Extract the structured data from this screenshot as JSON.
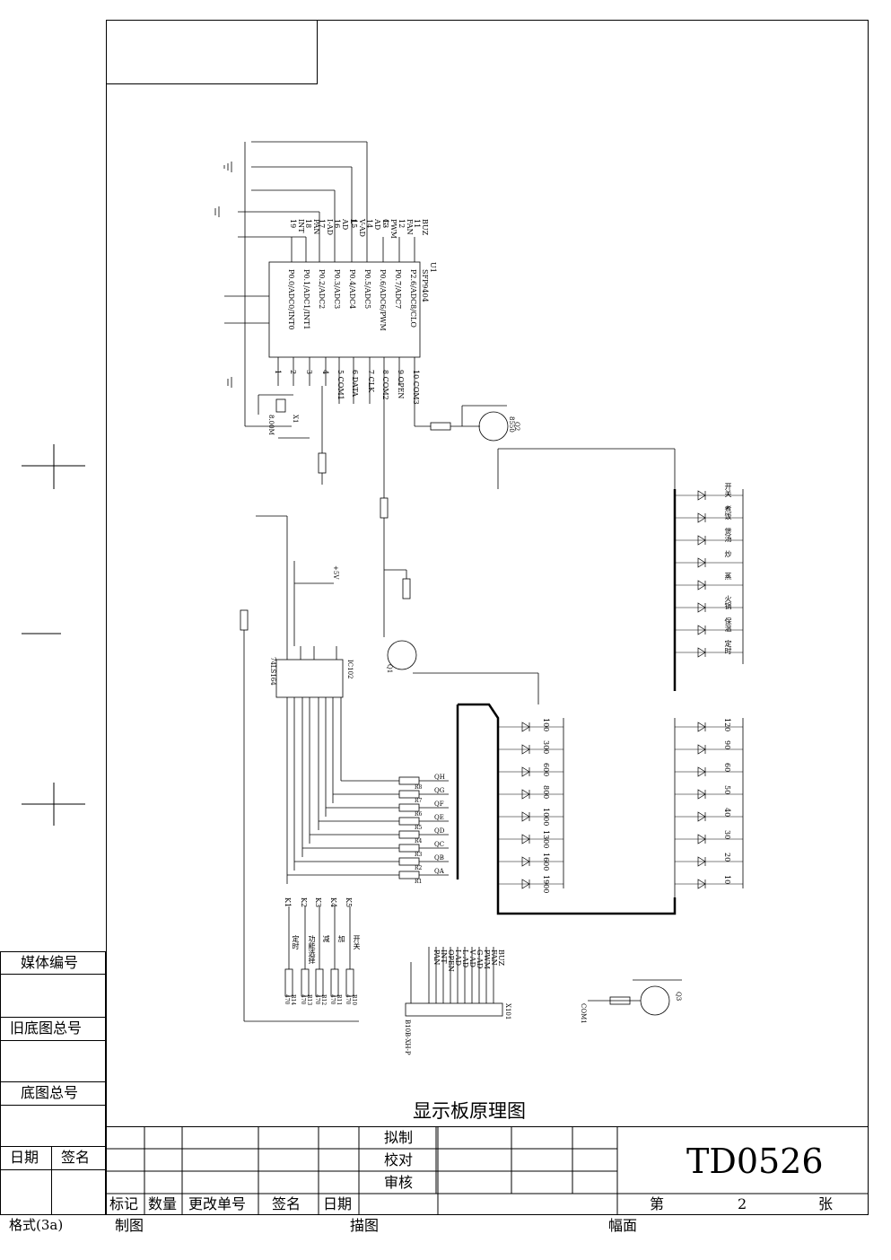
{
  "drawing_title": "显示板原理图",
  "drawing_number": "TD0526",
  "sheet": {
    "prefix": "第",
    "number": "2",
    "suffix": "张"
  },
  "left_panel": {
    "media_no": "媒体编号",
    "old_base_total": "旧底图总号",
    "base_total": "底图总号",
    "date": "日期",
    "sign": "签名",
    "format": "格式(3a)"
  },
  "title_block": {
    "drafted": "拟制",
    "checked": "校对",
    "reviewed": "审核",
    "mark": "标记",
    "qty": "数量",
    "change_no": "更改单号",
    "signature": "签名",
    "date": "日期"
  },
  "footer": {
    "draw": "制图",
    "trace": "描图",
    "size": "幅面"
  },
  "schematic": {
    "ic_main": "SFP9404",
    "ic_main_ref": "U1",
    "ic_shift": "74LS164",
    "ic_shift_ref": "IC102",
    "connector": "B10B-XH-P",
    "connector_ref": "X101",
    "crystal": "8.00M",
    "crystal_ref": "X1",
    "transistor_type": "8550",
    "transistors": [
      "Q1",
      "Q2",
      "Q3"
    ],
    "pins_top": [
      "INT 19",
      "PAN 18",
      "I-AD 17",
      "L-AD 16",
      "V-AD 15",
      "G-AD 14",
      "PWM 13",
      "FAN 12",
      "BUZ 11"
    ],
    "pins_left_labels": [
      "P0.0/ADC0/INT0",
      "P0.1/ADC1/INT1",
      "P0.2/ADC2",
      "P0.3/ADC3",
      "P0.4/ADC4",
      "P0.5/ADC5",
      "P0.6/ADC6/PWM",
      "P0.7/ADC7",
      "P2.6/ADC8/CLO"
    ],
    "pins_bottom": [
      "1",
      "2",
      "3",
      "4",
      "5 COM1",
      "6 DATA",
      "7 CLK",
      "8 COM2",
      "9 OPEN",
      "10 COM3"
    ],
    "shift_outputs": [
      "QH",
      "QG",
      "QF",
      "QE",
      "QD",
      "QC",
      "QB",
      "QA"
    ],
    "resistors_220": [
      "R8",
      "R7",
      "R6",
      "R5",
      "R4",
      "R3",
      "R2",
      "R1"
    ],
    "led_left_col": [
      "100",
      "300",
      "600",
      "800",
      "1000",
      "1300",
      "1600",
      "1900"
    ],
    "led_right_col": [
      "120",
      "90",
      "60",
      "50",
      "40",
      "30",
      "20",
      "10"
    ],
    "led_top_right": [
      "开关",
      "煮饭",
      "煲汤",
      "炒",
      "蒸",
      "火锅",
      "保温",
      "定时"
    ],
    "switches": [
      "K1",
      "K2",
      "K3",
      "K4",
      "K5"
    ],
    "switch_labels": [
      "定时",
      "功能选择",
      "减",
      "加",
      "开关"
    ],
    "switch_resistors": [
      "R14 470",
      "R13 470",
      "R12 470",
      "R11 470",
      "R10 470"
    ],
    "connector_pins": [
      "BUZ",
      "FAN",
      "PWM",
      "G-AD",
      "V-AD",
      "L-AD",
      "I-AD",
      "OPEN",
      "INT",
      "PAN"
    ],
    "com_label": "COM1",
    "power": "+5V"
  }
}
